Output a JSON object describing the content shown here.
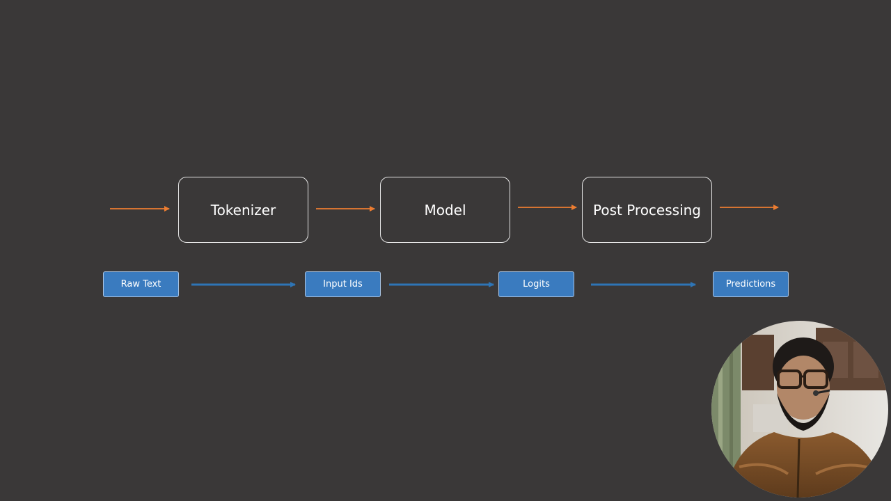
{
  "stages": [
    {
      "label": "Tokenizer"
    },
    {
      "label": "Model"
    },
    {
      "label": "Post Processing"
    }
  ],
  "data_items": [
    {
      "label": "Raw Text"
    },
    {
      "label": "Input Ids"
    },
    {
      "label": "Logits"
    },
    {
      "label": "Predictions"
    }
  ],
  "colors": {
    "background": "#3a3838",
    "stage_arrow": "#ed7d31",
    "data_arrow": "#2e75b6",
    "data_box_fill": "#3a7bbf",
    "stage_border": "#e6e6e6"
  }
}
